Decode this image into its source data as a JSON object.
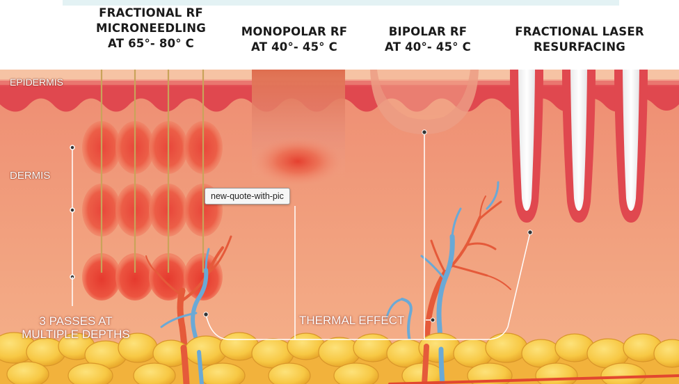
{
  "columns": [
    {
      "lines": [
        "FRACTIONAL RF",
        "MICRONEEDLING",
        "AT 65°- 80° C"
      ]
    },
    {
      "lines": [
        "MONOPOLAR RF",
        "AT 40°- 45° C"
      ]
    },
    {
      "lines": [
        "BIPOLAR RF",
        "AT 40°- 45° C"
      ]
    },
    {
      "lines": [
        "FRACTIONAL LASER",
        "RESURFACING"
      ]
    }
  ],
  "layers": {
    "epidermis": "EPIDERMIS",
    "dermis": "DERMIS"
  },
  "callouts": {
    "passes": [
      "3 PASSES AT",
      "MULTIPLE DEPTHS"
    ],
    "thermal": "THERMAL EFFECT"
  },
  "tooltip": "new-quote-with-pic",
  "colors": {
    "epidermis": "#f5b39a",
    "epidermis_top": "#f7c8a5",
    "dermis_red": "#e0484f",
    "dermis": "#ef9a78",
    "heat": "#e8463a",
    "fat": "#f6c23e",
    "vessel_red": "#e55a3a",
    "vessel_blue": "#6aa9d6",
    "needle": "#c9a35a"
  }
}
